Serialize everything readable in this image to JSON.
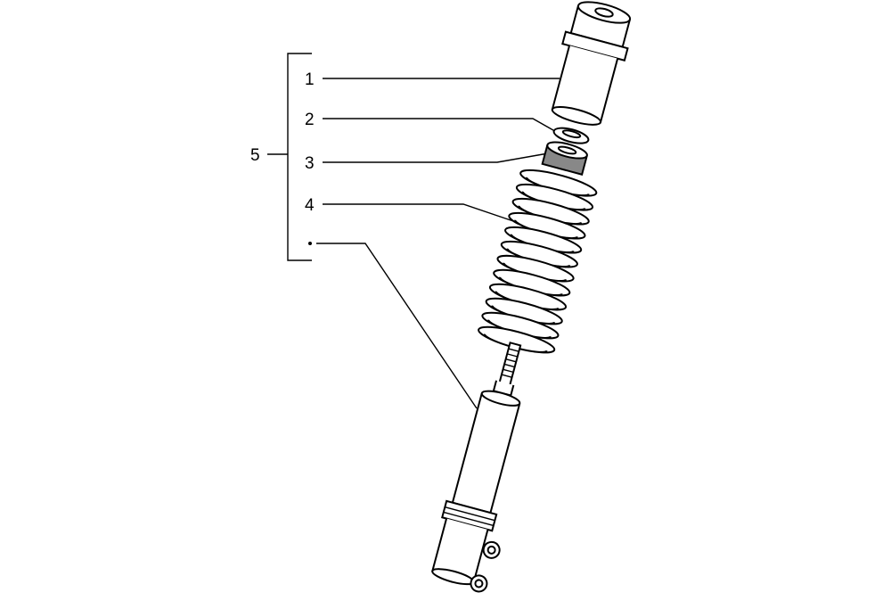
{
  "diagram": {
    "type": "exploded-parts-view",
    "callouts": [
      {
        "number": "1",
        "part": "cover-tube"
      },
      {
        "number": "2",
        "part": "washer"
      },
      {
        "number": "3",
        "part": "rubber-buffer"
      },
      {
        "number": "4",
        "part": "coil-spring"
      },
      {
        "number": "5",
        "part": "shock-absorber-assembly"
      }
    ],
    "ink_color": "#000000",
    "background": "#ffffff"
  }
}
